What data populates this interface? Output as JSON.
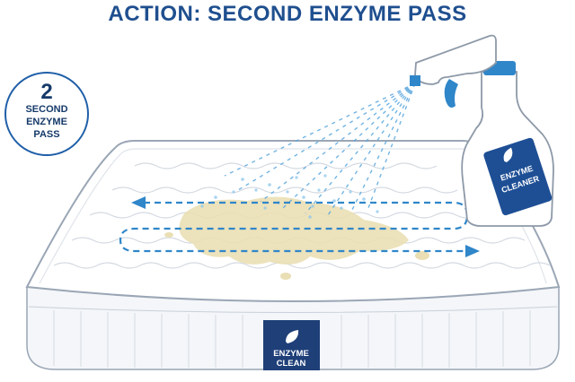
{
  "title": "ACTION: SECOND ENZYME PASS",
  "step_badge": {
    "number": "2",
    "line1": "SECOND",
    "line2": "ENZYME",
    "line3": "PASS"
  },
  "mattress_label": {
    "line1": "ENZYME",
    "line2": "CLEAN"
  },
  "bottle_label": {
    "line1": "ENZYME",
    "line2": "CLEANER"
  },
  "colors": {
    "brand_blue": "#1f4f8f",
    "navy_label": "#1e3f78",
    "arrow_blue": "#2f86c9",
    "stain": "#eadfb4"
  },
  "icons": [
    "leaf-icon",
    "spray-bottle-icon",
    "mattress-illustration",
    "stain-illustration",
    "spray-mist-illustration"
  ]
}
